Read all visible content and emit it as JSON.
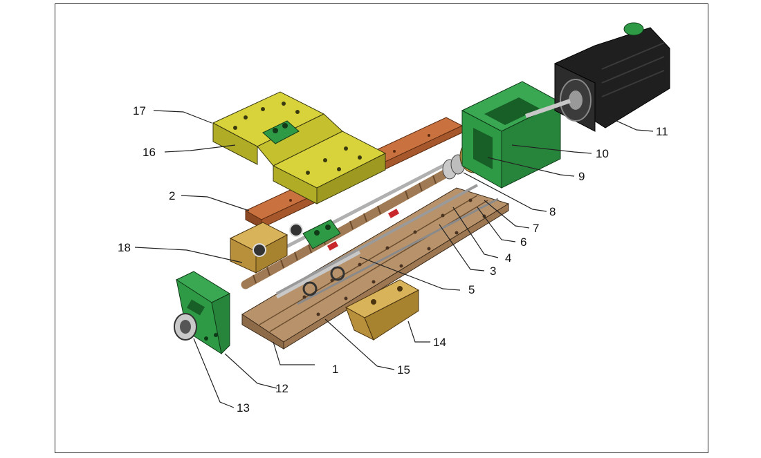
{
  "figure": {
    "callouts": [
      {
        "id": "label-1",
        "text": "1"
      },
      {
        "id": "label-2",
        "text": "2"
      },
      {
        "id": "label-3",
        "text": "3"
      },
      {
        "id": "label-4",
        "text": "4"
      },
      {
        "id": "label-5",
        "text": "5"
      },
      {
        "id": "label-6",
        "text": "6"
      },
      {
        "id": "label-7",
        "text": "7"
      },
      {
        "id": "label-8",
        "text": "8"
      },
      {
        "id": "label-9",
        "text": "9"
      },
      {
        "id": "label-10",
        "text": "10"
      },
      {
        "id": "label-11",
        "text": "11"
      },
      {
        "id": "label-12",
        "text": "12"
      },
      {
        "id": "label-13",
        "text": "13"
      },
      {
        "id": "label-14",
        "text": "14"
      },
      {
        "id": "label-15",
        "text": "15"
      },
      {
        "id": "label-16",
        "text": "16"
      },
      {
        "id": "label-17",
        "text": "17"
      },
      {
        "id": "label-18",
        "text": "18"
      }
    ],
    "colors": {
      "motor": "#1f1f1f",
      "green_part": "#2f9a45",
      "yellow_part": "#d8d33a",
      "copper_rail": "#c9713f",
      "base_tan": "#b8926a",
      "brass_block": "#c9a24a",
      "screw": "#a07a55",
      "red_marker": "#c8282c"
    }
  }
}
